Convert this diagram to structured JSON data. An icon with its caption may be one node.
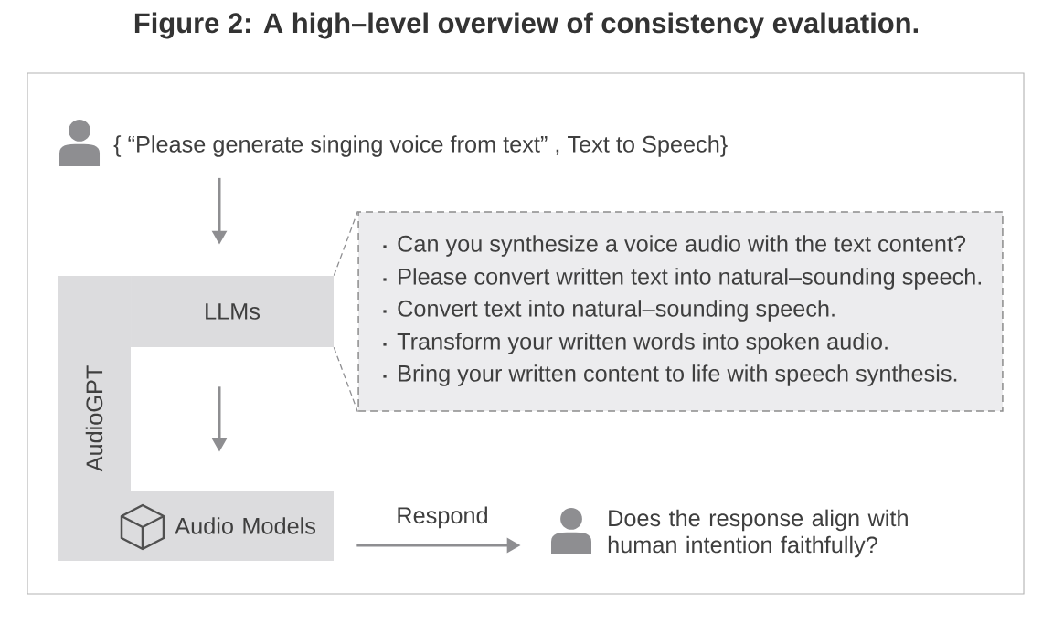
{
  "diagram": {
    "title": "Figure 2: A high–level overview of consistency evaluation.",
    "nodes": [
      {
        "text": [
          "{ “Please generate singing voice from text” , Text to Speech}"
        ]
      },
      {
        "text": [
          "AudioGPT"
        ]
      },
      {
        "text": [
          "LLMs"
        ]
      },
      {
        "text": [
          "Can you synthesize a voice audio with the text content?",
          "Please convert written text into natural–sounding speech.",
          "Convert text into natural–sounding speech.",
          "Transform your written words into spoken audio.",
          "Bring your written content to life with speech synthesis."
        ]
      },
      {
        "text": [
          "Audio Models"
        ]
      },
      {
        "text": [],
        "shape": "person",
        "beside": [
          "Does the response align with human intention faithfully?"
        ]
      }
    ],
    "edges": [
      {
        "from": 0,
        "to": 2,
        "arrow": "to"
      },
      {
        "from": 2,
        "to": 3,
        "arrow": "none",
        "style": "dashed"
      },
      {
        "from": 2,
        "to": 3,
        "arrow": "none",
        "style": "dashed"
      },
      {
        "from": 2,
        "to": 4,
        "arrow": "to"
      },
      {
        "from": 4,
        "to": 5,
        "arrow": "to",
        "label": "Respond"
      }
    ]
  }
}
